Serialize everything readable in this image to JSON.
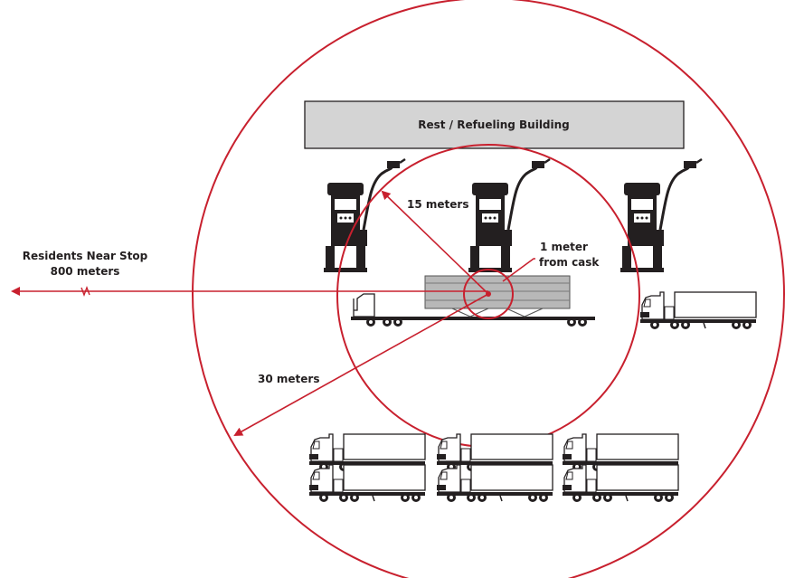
{
  "building": {
    "label": "Rest / Refueling Building"
  },
  "labels": {
    "residents_line1": "Residents Near Stop",
    "residents_line2": "800 meters",
    "d15": "15 meters",
    "d1_line1": "1 meter",
    "d1_line2": "from cask",
    "d30": "30 meters"
  },
  "colors": {
    "accent": "#c8202e",
    "ink": "#231f20",
    "building_fill": "#d4d4d4",
    "cask_fill": "#b8b8b8"
  },
  "icons": {
    "pump": "fuel-pump-icon",
    "truck": "semi-truck-icon",
    "cask": "cask-railcar-icon"
  }
}
